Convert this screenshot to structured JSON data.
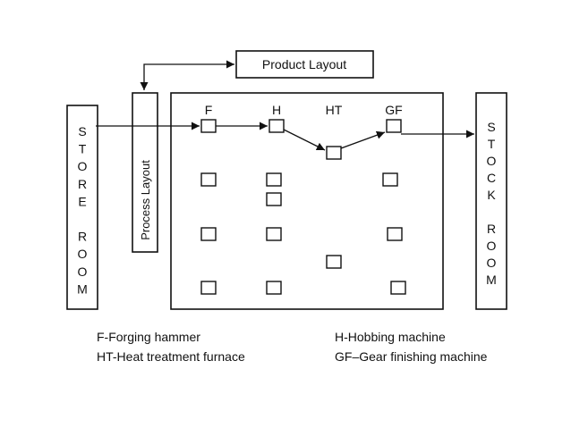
{
  "diagram": {
    "store_room_letters": [
      "S",
      "T",
      "O",
      "R",
      "E",
      "",
      "R",
      "O",
      "O",
      "M"
    ],
    "stock_room_letters": [
      "S",
      "T",
      "O",
      "C",
      "K",
      "",
      "R",
      "O",
      "O",
      "M"
    ],
    "process_layout_label": "Process Layout",
    "product_layout_label": "Product Layout",
    "column_labels": {
      "f": "F",
      "h": "H",
      "ht": "HT",
      "gf": "GF"
    }
  },
  "legend": {
    "f": "F-Forging hammer",
    "h": "H-Hobbing machine",
    "ht": "HT-Heat treatment furnace",
    "gf": "GF–Gear finishing machine"
  },
  "colors": {
    "stroke": "#111111",
    "background": "#ffffff"
  }
}
